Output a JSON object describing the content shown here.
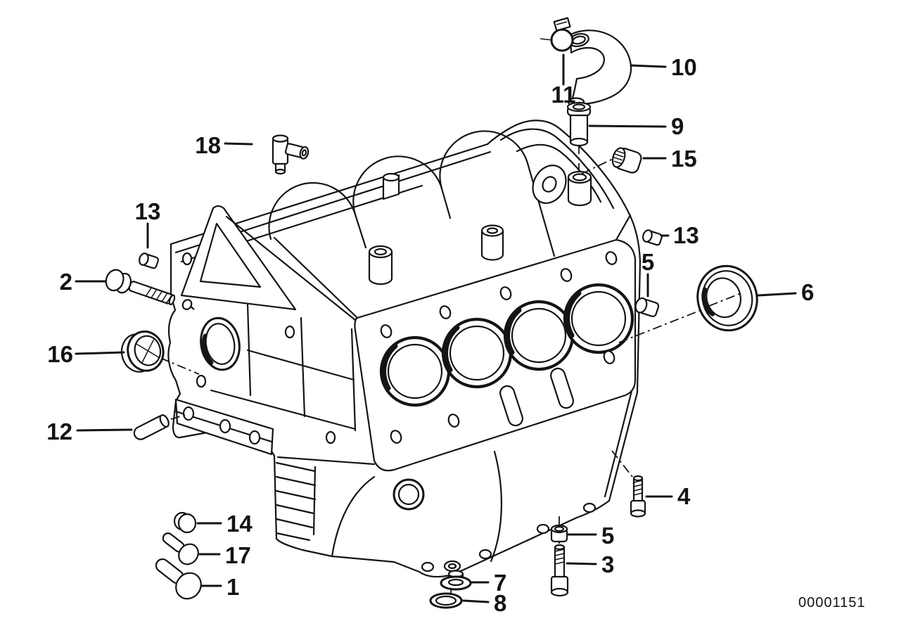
{
  "page": {
    "background": "#ffffff",
    "ink": "#141414"
  },
  "diagram_id": "00001151",
  "callouts": [
    {
      "label": "10",
      "part": "breather-hose"
    },
    {
      "label": "11",
      "part": "hose-clamp"
    },
    {
      "label": "9",
      "part": "breather-pipe"
    },
    {
      "label": "15",
      "part": "knurled-plug"
    },
    {
      "label": "18",
      "part": "elbow-drain-fitting"
    },
    {
      "label": "13",
      "part": "sealing-cap-front-upper"
    },
    {
      "label": "2",
      "part": "hex-flange-bolt"
    },
    {
      "label": "16",
      "part": "sealing-cap-front-cover"
    },
    {
      "label": "12",
      "part": "dowel-pin"
    },
    {
      "label": "14",
      "part": "small-screw-plug"
    },
    {
      "label": "17",
      "part": "screw-plug-medium"
    },
    {
      "label": "1",
      "part": "screw-plug-large"
    },
    {
      "label": "7",
      "part": "oil-drain-plug"
    },
    {
      "label": "8",
      "part": "sealing-ring"
    },
    {
      "label": "5",
      "part": "dowel-bushing-oil-pan"
    },
    {
      "label": "3",
      "part": "socket-head-bolt-long"
    },
    {
      "label": "4",
      "part": "socket-head-bolt-short"
    },
    {
      "label": "13",
      "part": "sealing-cap-rear-upper"
    },
    {
      "label": "5",
      "part": "dowel-bushing-rear"
    },
    {
      "label": "6",
      "part": "crankshaft-seal-ring"
    }
  ]
}
